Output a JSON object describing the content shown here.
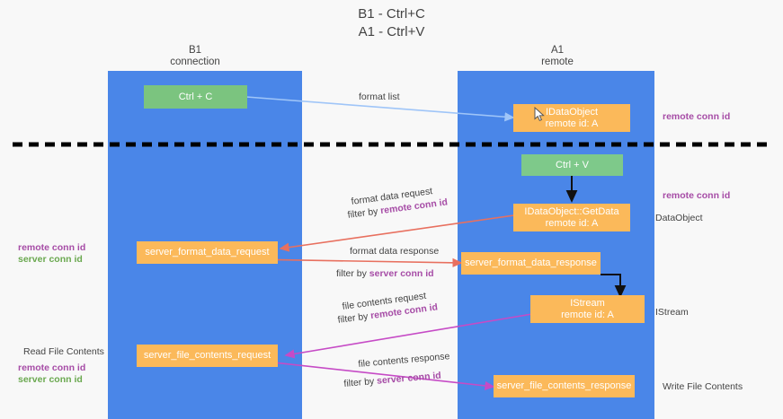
{
  "title": {
    "line1": "B1 - Ctrl+C",
    "line2": "A1 - Ctrl+V"
  },
  "lanes": [
    {
      "name": "b1",
      "header_line1": "B1",
      "header_line2": "connection",
      "color": "#4a86e8"
    },
    {
      "name": "a1",
      "header_line1": "A1",
      "header_line2": "remote",
      "color": "#4a86e8"
    }
  ],
  "nodes": {
    "ctrl_c": {
      "label": "Ctrl + C",
      "color": "#7bc47f"
    },
    "ctrl_v": {
      "label": "Ctrl + V",
      "color": "#7ec98a"
    },
    "idataobject": {
      "line1": "IDataObject",
      "line2": "remote id: A",
      "color": "#fbb95a"
    },
    "getdata": {
      "line1": "IDataObject::GetData",
      "line2": "remote id: A",
      "color": "#fbb95a"
    },
    "istream": {
      "line1": "IStream",
      "line2": "remote id: A",
      "color": "#fbb95a"
    },
    "fmt_req": {
      "line1": "server_format_data_request",
      "color": "#fbb95a"
    },
    "fmt_resp": {
      "line1": "server_format_data_response",
      "color": "#fbb95a"
    },
    "file_req": {
      "line1": "server_file_contents_request",
      "color": "#fbb95a"
    },
    "file_resp": {
      "line1": "server_file_contents_response",
      "color": "#fbb95a"
    }
  },
  "edge_labels": {
    "format_list": "format list",
    "format_data_request": "format data request",
    "format_data_request_filter_prefix": "filter by ",
    "format_data_request_filter_key": "remote conn id",
    "format_data_response": "format data response",
    "format_data_response_filter_prefix": "filter by ",
    "format_data_response_filter_key": "server conn id",
    "file_contents_request": "file contents request",
    "file_contents_request_filter_prefix": "filter by ",
    "file_contents_request_filter_key": "remote conn id",
    "file_contents_response": "file contents response",
    "file_contents_response_filter_prefix": "filter by ",
    "file_contents_response_filter_key": "server conn id"
  },
  "side_labels": {
    "right_remote_conn_id_top": "remote conn id",
    "right_remote_conn_id_mid": "remote conn id",
    "right_dataobject": "DataObject",
    "right_istream": "IStream",
    "right_write_file_contents": "Write File Contents",
    "left_remote_conn_id": "remote conn id",
    "left_server_conn_id": "server conn id",
    "left_read_file_contents": "Read File Contents",
    "left_remote_conn_id_2": "remote conn id",
    "left_server_conn_id_2": "server conn id"
  },
  "colors": {
    "lane": "#4a86e8",
    "green_node": "#7bc47f",
    "orange_node": "#fbb95a",
    "arrow_format_list": "#9fc5f8",
    "arrow_red": "#e8705f",
    "arrow_magenta": "#c64bc6",
    "arrow_black": "#000000",
    "key_purple": "#a64ca6",
    "key_green": "#6aa84f",
    "divider": "#000000"
  },
  "divider": {
    "name": "dashed-divider",
    "style": "dashed"
  }
}
